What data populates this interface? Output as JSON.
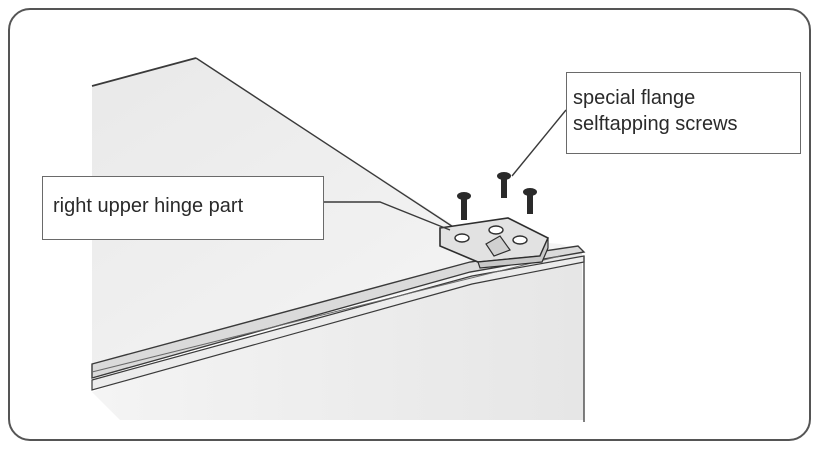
{
  "labels": {
    "hinge_part": "right upper hinge part",
    "screws_line1": "special flange",
    "screws_line2": "selftapping screws"
  },
  "colors": {
    "frame": "#555555",
    "line": "#3a3a3a",
    "panel_fill": "#f0f0f0",
    "text": "#2a2a2a"
  }
}
